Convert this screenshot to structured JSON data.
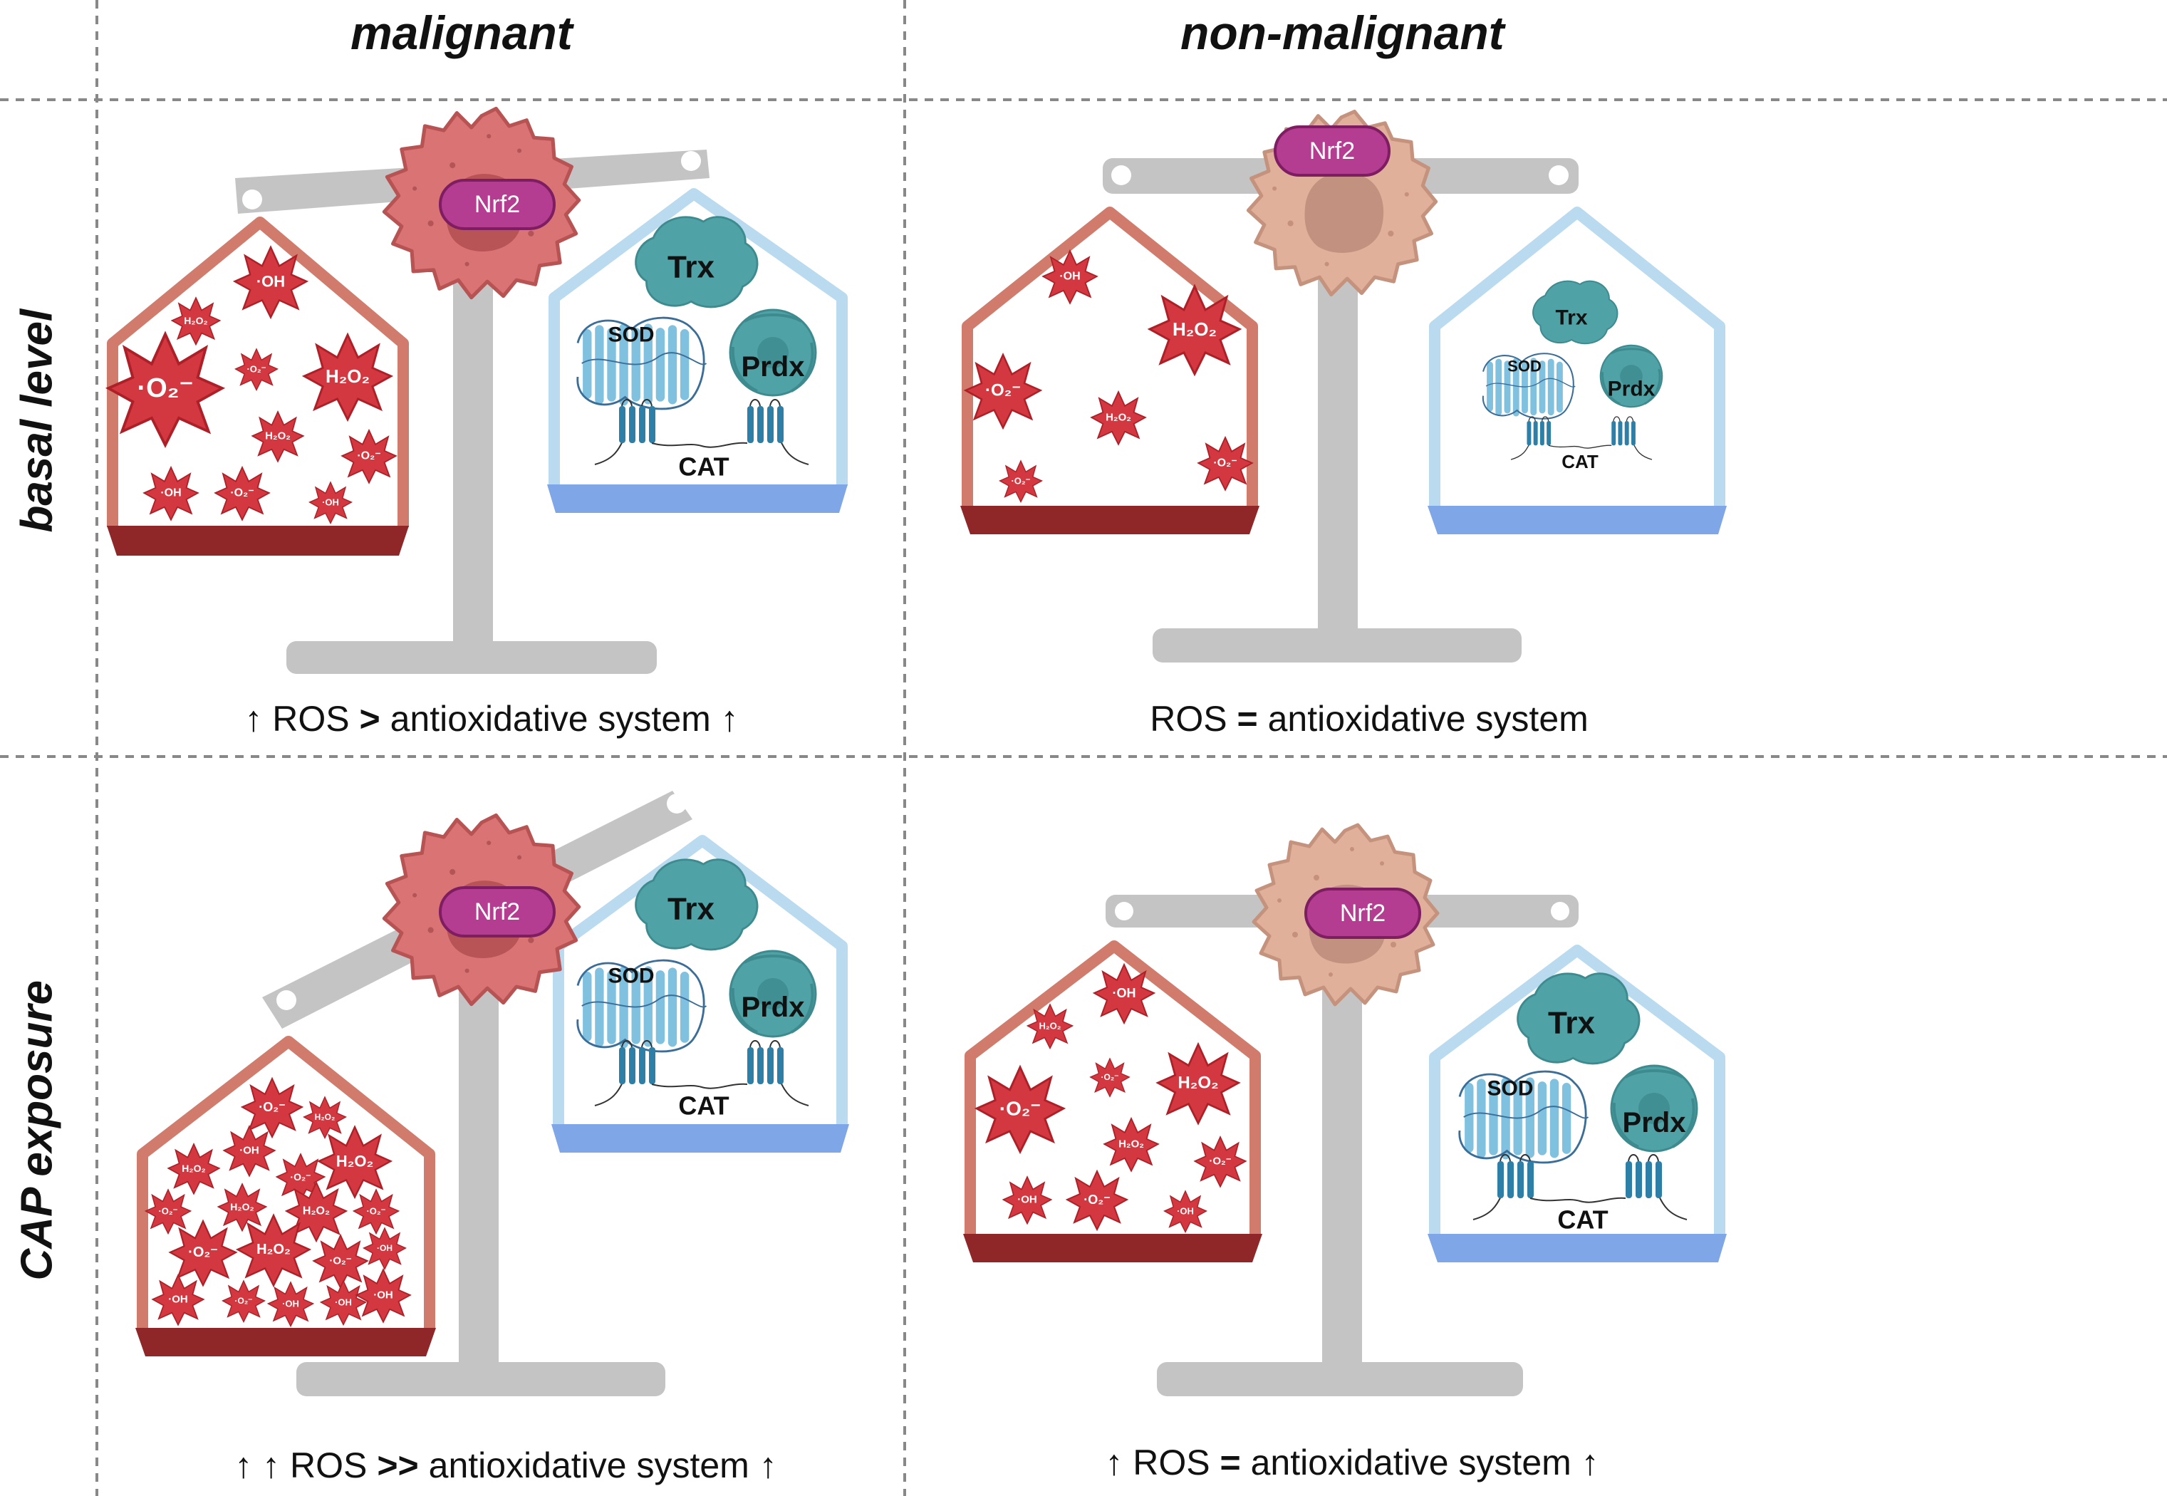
{
  "columns": {
    "left": "malignant",
    "right": "non-malignant"
  },
  "rows": {
    "top": "basal level",
    "bottom": "CAP exposure"
  },
  "labels": {
    "nrf2": "Nrf2",
    "trx": "Trx",
    "prdx": "Prdx",
    "sod": "SOD",
    "cat": "CAT",
    "oh": "·OH",
    "o2": "·O₂⁻",
    "h2o2": "H₂O₂"
  },
  "captions": {
    "basal_malignant": {
      "pre": "↑ ROS",
      "op": ">",
      "post": "antioxidative system ↑"
    },
    "basal_nonmalignant": {
      "pre": "ROS",
      "op": "=",
      "post": " antioxidative system"
    },
    "cap_malignant": {
      "pre": "↑ ↑ ROS",
      "op": ">>",
      "post": "antioxidative system ↑"
    },
    "cap_nonmalignant": {
      "pre": "↑ ROS",
      "op": "=",
      "post": "antioxidative system ↑"
    }
  },
  "colors": {
    "scale": "#c4c4c4",
    "ros_frame": "#d07b6b",
    "ros_base": "#8f2728",
    "antiox_frame": "#b9daef",
    "antiox_base": "#7fa6e6",
    "malignant_cell": "#d97374",
    "normal_cell": "#e0b09a",
    "nrf2": "#b43d91",
    "star": "#d3373f",
    "protein": "#4fa2a6",
    "sod": "#7fc1df",
    "cat": "#2d7fa8",
    "divider": "#888888"
  }
}
